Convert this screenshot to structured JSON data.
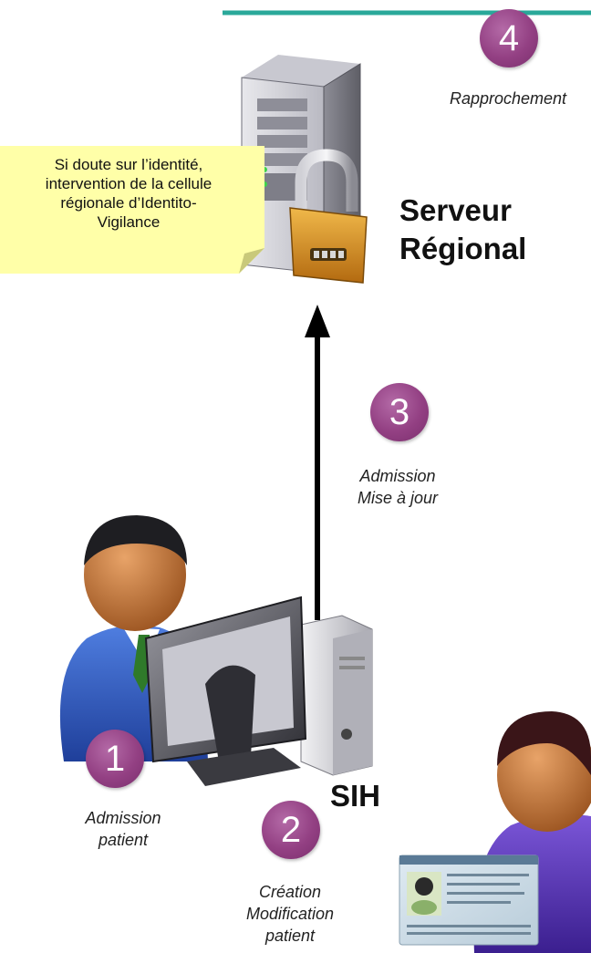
{
  "top_bar": {
    "color": "#2aa89a"
  },
  "server": {
    "label": "Serveur\nRégional",
    "step_number": "4",
    "step_caption": "Rapprochement",
    "icon": "server-tower-with-padlock"
  },
  "note": {
    "text": "Si doute sur l’identité,\nintervention de la cellule\nrégionale d’Identito-\nVigilance",
    "color": "#ffffa8"
  },
  "flow": {
    "step_number": "3",
    "step_caption": "Admission\nMise à jour"
  },
  "sih": {
    "label": "SIH",
    "admission_step_number": "1",
    "admission_caption": "Admission\npatient",
    "creation_step_number": "2",
    "creation_caption": "Création\nModification\npatient",
    "icon": "desktop-computer"
  },
  "operator": {
    "icon": "user-avatar-icon"
  },
  "patient": {
    "icon": "patient-avatar-with-id-card"
  },
  "colors": {
    "step_circle": "#934083",
    "arrow": "#000000"
  }
}
